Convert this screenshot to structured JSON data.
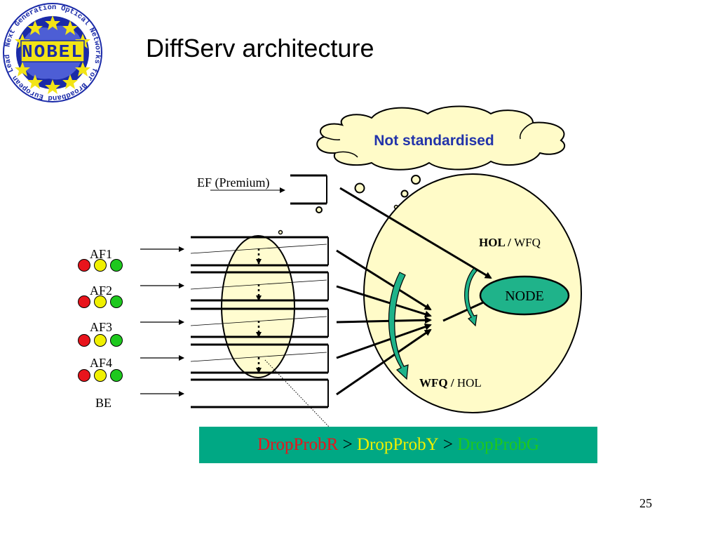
{
  "slide": {
    "title": "DiffServ architecture",
    "page_number": "25"
  },
  "logo": {
    "text": "NOBEL",
    "ring_text": "Next Generation Optical Networks for Broadband European Leadership"
  },
  "cloud": {
    "text": "Not standardised"
  },
  "ef_label": "EF (Premium)",
  "af_classes": [
    {
      "label": "AF1"
    },
    {
      "label": "AF2"
    },
    {
      "label": "AF3"
    },
    {
      "label": "AF4"
    }
  ],
  "be_label": "BE",
  "node": {
    "label": "NODE",
    "hol_top_bold": "HOL",
    "hol_top_sep": " / ",
    "hol_top_rest": "WFQ",
    "wfq_bottom_bold": "WFQ",
    "wfq_bottom_sep": " / ",
    "wfq_bottom_rest": "HOL"
  },
  "drop_legend": {
    "part1": "DropProbR",
    "sep1": " > ",
    "part2a": "Drop",
    "part2b": "ProbY",
    "sep2": " > ",
    "part3": "DropProbG"
  },
  "colors": {
    "red": "#e8141c",
    "yellow": "#f0f000",
    "green": "#1ec81e",
    "node_fill": "#1fb38a",
    "ellipse_fill": "#fffbc8",
    "legend_bg": "#00a884",
    "cloud_text": "#2233aa",
    "logo_blue": "#1a2aa8",
    "logo_yellow": "#f2e416"
  }
}
